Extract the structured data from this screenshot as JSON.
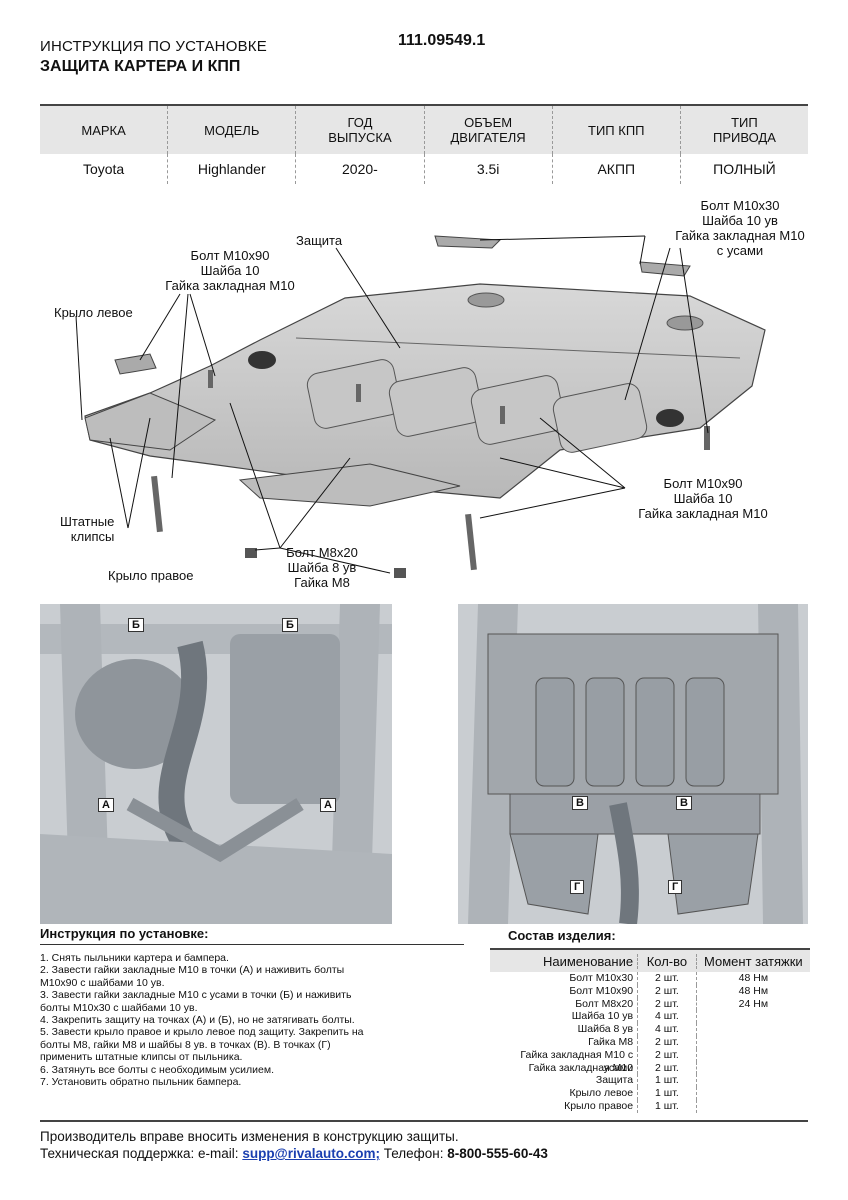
{
  "header": {
    "line1": "ИНСТРУКЦИЯ ПО УСТАНОВКЕ",
    "line2": "ЗАЩИТА КАРТЕРА И КПП",
    "code": "111.09549.1"
  },
  "spec_table": {
    "headers": [
      [
        "МАРКА",
        ""
      ],
      [
        "МОДЕЛЬ",
        ""
      ],
      [
        "ГОД",
        "ВЫПУСКА"
      ],
      [
        "ОБЪЕМ",
        "ДВИГАТЕЛЯ"
      ],
      [
        "ТИП КПП",
        ""
      ],
      [
        "ТИП",
        "ПРИВОДА"
      ]
    ],
    "values": [
      "Toyota",
      "Highlander",
      "2020-",
      "3.5i",
      "АКПП",
      "ПОЛНЫЙ"
    ]
  },
  "diagram_labels": {
    "bolt30": [
      "Болт М10х30",
      "Шайба 10 ув",
      "Гайка закладная М10",
      "с усами"
    ],
    "zashita": "Защита",
    "bolt90_left": [
      "Болт М10х90",
      "Шайба 10",
      "Гайка закладная М10"
    ],
    "krylo_levoe": "Крыло левое",
    "bolt90_right": [
      "Болт М10х90",
      "Шайба 10",
      "Гайка закладная М10"
    ],
    "clips": [
      "Штатные",
      "клипсы"
    ],
    "krylo_pravoe": "Крыло правое",
    "bolt8": [
      "Болт М8х20",
      "Шайба 8 ув",
      "Гайка М8"
    ],
    "markers": {
      "A": "А",
      "B": "Б",
      "V": "В",
      "G": "Г"
    }
  },
  "instructions": {
    "title": "Инструкция по установке:",
    "steps": [
      "1. Снять пыльники картера и бампера.",
      "2. Завести гайки закладные М10 в точки (А) и наживить болты",
      "М10х90 с шайбами 10 ув.",
      "3. Завести гайки закладные М10 с усами в точки (Б) и наживить",
      "болты М10х30 с шайбами 10 ув.",
      "4. Закрепить защиту на точках (А) и (Б), но не затягивать болты.",
      "5. Завести крыло правое и крыло левое под защиту. Закрепить на",
      "болты М8, гайки М8 и шайбы 8 ув. в точках (В). В точках (Г)",
      "применить штатные клипсы от пыльника.",
      "6. Затянуть все болты с необходимым усилием.",
      "7. Установить обратно пыльник бампера."
    ]
  },
  "composition": {
    "title": "Состав изделия:",
    "headers": [
      "Наименование",
      "Кол-во",
      "Момент затяжки"
    ],
    "rows": [
      [
        "Болт М10х30",
        "2 шт.",
        "48 Нм"
      ],
      [
        "Болт М10х90",
        "2 шт.",
        "48 Нм"
      ],
      [
        "Болт М8х20",
        "2 шт.",
        "24 Нм"
      ],
      [
        "Шайба 10 ув",
        "4 шт.",
        ""
      ],
      [
        "Шайба 8 ув",
        "4 шт.",
        ""
      ],
      [
        "Гайка М8",
        "2 шт.",
        ""
      ],
      [
        "Гайка закладная М10 с усами",
        "2 шт.",
        ""
      ],
      [
        "Гайка закладная М10",
        "2 шт.",
        ""
      ],
      [
        "Защита",
        "1 шт.",
        ""
      ],
      [
        "Крыло левое",
        "1 шт.",
        ""
      ],
      [
        "Крыло правое",
        "1 шт.",
        ""
      ]
    ]
  },
  "footer": {
    "line1": "Производитель вправе вносить изменения в конструкцию защиты.",
    "support_label": "Техническая поддержка:  e-mail: ",
    "email": "supp@rivalauto.com;",
    "phone_label": " Телефон: ",
    "phone": "8-800-555-60-43"
  }
}
